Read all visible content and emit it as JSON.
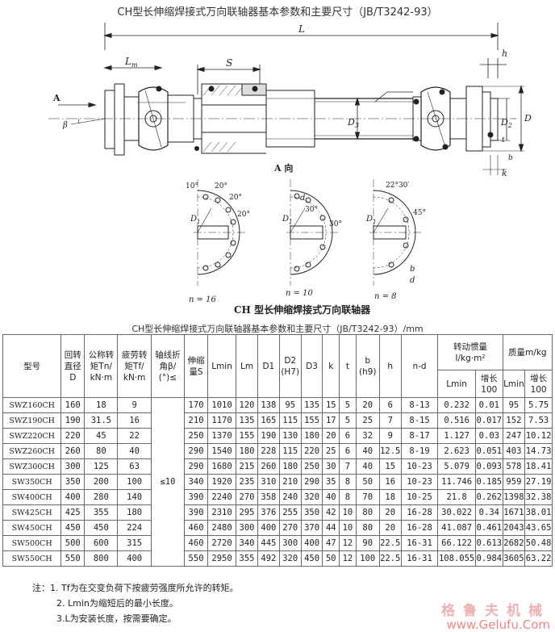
{
  "title": "CH型长伸缩焊接式万向联轴器基本参数和主要尺寸（JB/T3242-93）",
  "drawing": {
    "labels": {
      "L": "L",
      "Lm": "L",
      "Lm_sub": "m",
      "S": "S",
      "h": "h",
      "A": "A",
      "beta": "β",
      "D3": "D",
      "D3_sub": "3",
      "D2": "D",
      "D2_sub": "2",
      "D": "D",
      "t": "t",
      "b": "b",
      "k": "k",
      "view": "A 向",
      "d": "d",
      "D1": "D",
      "D1_sub": "1",
      "ang10": "10°",
      "ang20": "20°",
      "ang30": "30°",
      "ang2230": "22°30′",
      "ang45": "45°",
      "n16": "n = 16",
      "n10": "n = 10",
      "n8": "n = 8"
    },
    "caption": "CH 型长伸缩焊接式万向联轴器"
  },
  "table": {
    "title": "CH型长伸缩焊接式万向联轴器基本参数和主要尺寸（JB/T3242-93）/mm",
    "headers": {
      "model": "型号",
      "D": [
        "回转",
        "直径",
        "D"
      ],
      "Tn": [
        "公称转",
        "矩Tn/",
        "kN·m"
      ],
      "Tf": [
        "疲劳转",
        "矩Tf/",
        "kN·m"
      ],
      "beta": [
        "轴线折",
        "角β/",
        "(°)≤"
      ],
      "S": [
        "伸缩",
        "量S"
      ],
      "Lmin": "Lmin",
      "Lm": "Lm",
      "D1": "D1",
      "D2": [
        "D2",
        "(H7)"
      ],
      "D3": "D3",
      "k": "k",
      "t": "t",
      "b": [
        "b",
        "(h9)"
      ],
      "h": "h",
      "nd": "n-d",
      "inertia": [
        "转动惯量",
        "I/kg·m²"
      ],
      "inertia_lmin": "Lmin",
      "inertia_inc": [
        "增长",
        "100"
      ],
      "mass": "质量m/kg",
      "mass_lmin": "Lmin",
      "mass_inc": [
        "增长",
        "100"
      ]
    },
    "beta_merged": "≤10",
    "rows": [
      {
        "model": "SWZ160CH",
        "D": "160",
        "Tn": "18",
        "Tf": "9",
        "S": "170",
        "Lmin": "1010",
        "Lm": "120",
        "D1": "138",
        "D2": "95",
        "D3": "135",
        "k": "15",
        "t": "5",
        "b": "20",
        "h": "6",
        "nd": "8-13",
        "I": "0.232",
        "I_inc": "0.01",
        "m": "95",
        "m_inc": "5.75"
      },
      {
        "model": "SWZ190CH",
        "D": "190",
        "Tn": "31.5",
        "Tf": "16",
        "S": "210",
        "Lmin": "1170",
        "Lm": "135",
        "D1": "165",
        "D2": "115",
        "D3": "155",
        "k": "17",
        "t": "5",
        "b": "25",
        "h": "7",
        "nd": "8-15",
        "I": "0.516",
        "I_inc": "0.017",
        "m": "152",
        "m_inc": "7.53"
      },
      {
        "model": "SWZ220CH",
        "D": "220",
        "Tn": "45",
        "Tf": "22",
        "S": "250",
        "Lmin": "1370",
        "Lm": "155",
        "D1": "190",
        "D2": "130",
        "D3": "180",
        "k": "20",
        "t": "6",
        "b": "32",
        "h": "9",
        "nd": "8-17",
        "I": "1.127",
        "I_inc": "0.03",
        "m": "247",
        "m_inc": "10.12"
      },
      {
        "model": "SWZ260CH",
        "D": "260",
        "Tn": "80",
        "Tf": "40",
        "S": "290",
        "Lmin": "1540",
        "Lm": "180",
        "D1": "228",
        "D2": "115",
        "D3": "220",
        "k": "25",
        "t": "6",
        "b": "40",
        "h": "12.5",
        "nd": "8-19",
        "I": "2.623",
        "I_inc": "0.051",
        "m": "403",
        "m_inc": "14.73"
      },
      {
        "model": "SWZ300CH",
        "D": "300",
        "Tn": "125",
        "Tf": "63",
        "S": "290",
        "Lmin": "1680",
        "Lm": "215",
        "D1": "260",
        "D2": "180",
        "D3": "250",
        "k": "30",
        "t": "7",
        "b": "40",
        "h": "15",
        "nd": "10-23",
        "I": "5.079",
        "I_inc": "0.093",
        "m": "578",
        "m_inc": "18.41"
      },
      {
        "model": "SW350CH",
        "D": "350",
        "Tn": "200",
        "Tf": "100",
        "S": "340",
        "Lmin": "1920",
        "Lm": "235",
        "D1": "310",
        "D2": "210",
        "D3": "290",
        "k": "35",
        "t": "8",
        "b": "50",
        "h": "16",
        "nd": "10-23",
        "I": "11.746",
        "I_inc": "0.185",
        "m": "959",
        "m_inc": "27.19"
      },
      {
        "model": "SW400CH",
        "D": "400",
        "Tn": "280",
        "Tf": "140",
        "S": "390",
        "Lmin": "2240",
        "Lm": "270",
        "D1": "358",
        "D2": "240",
        "D3": "320",
        "k": "40",
        "t": "8",
        "b": "70",
        "h": "18",
        "nd": "10-25",
        "I": "21.8",
        "I_inc": "0.262",
        "m": "1398",
        "m_inc": "32.38"
      },
      {
        "model": "SW425CH",
        "D": "425",
        "Tn": "355",
        "Tf": "180",
        "S": "390",
        "Lmin": "2310",
        "Lm": "295",
        "D1": "376",
        "D2": "255",
        "D3": "350",
        "k": "42",
        "t": "10",
        "b": "80",
        "h": "20",
        "nd": "16-28",
        "I": "30.022",
        "I_inc": "0.34",
        "m": "1671",
        "m_inc": "38.01"
      },
      {
        "model": "SW450CH",
        "D": "450",
        "Tn": "450",
        "Tf": "224",
        "S": "460",
        "Lmin": "2480",
        "Lm": "300",
        "D1": "400",
        "D2": "270",
        "D3": "370",
        "k": "44",
        "t": "10",
        "b": "80",
        "h": "20",
        "nd": "16-28",
        "I": "41.087",
        "I_inc": "0.461",
        "m": "2043",
        "m_inc": "43.65"
      },
      {
        "model": "SW500CH",
        "D": "500",
        "Tn": "600",
        "Tf": "315",
        "S": "460",
        "Lmin": "2720",
        "Lm": "340",
        "D1": "445",
        "D2": "300",
        "D3": "400",
        "k": "47",
        "t": "12",
        "b": "90",
        "h": "22.5",
        "nd": "16-31",
        "I": "66.122",
        "I_inc": "0.613",
        "m": "2682",
        "m_inc": "50.48"
      },
      {
        "model": "SW550CH",
        "D": "550",
        "Tn": "800",
        "Tf": "400",
        "S": "550",
        "Lmin": "2950",
        "Lm": "355",
        "D1": "492",
        "D2": "320",
        "D3": "450",
        "k": "50",
        "t": "12",
        "b": "100",
        "h": "22.5",
        "nd": "16-31",
        "I": "108.055",
        "I_inc": "0.984",
        "m": "3605",
        "m_inc": "63.22"
      }
    ]
  },
  "notes": [
    "注：1. Tf为在交变负荷下按疲劳强度所允许的转矩。",
    "2. Lmin为缩短后的最小长度。",
    "3.L为安装长度，按需要确定。"
  ],
  "watermark": {
    "cn": "格鲁夫机械",
    "url": "www.Gelufu.Com"
  }
}
